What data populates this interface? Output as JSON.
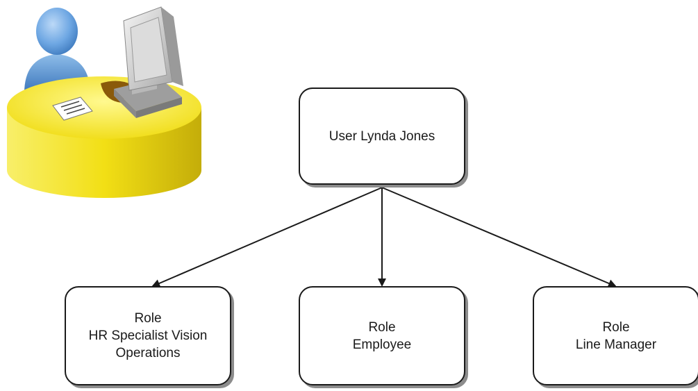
{
  "diagram": {
    "user_node": {
      "label": "User Lynda Jones"
    },
    "role_nodes": [
      {
        "line1": "Role",
        "line2": "HR Specialist Vision",
        "line3": "Operations"
      },
      {
        "line1": "Role",
        "line2": "Employee"
      },
      {
        "line1": "Role",
        "line2": "Line Manager"
      }
    ],
    "illustration": "user-at-workstation-icon",
    "colors": {
      "box_border": "#1a1a1a",
      "box_shadow": "#8c8c8c",
      "desk_yellow": "#f3e21a",
      "person_blue": "#4f8fd6"
    }
  }
}
